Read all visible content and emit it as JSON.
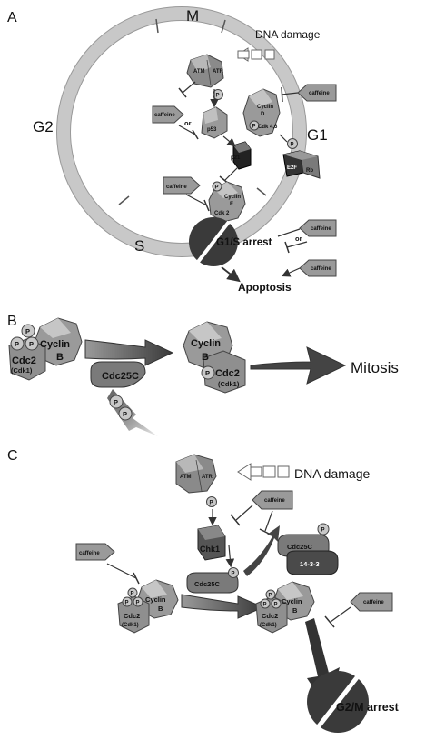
{
  "panels": {
    "a": "A",
    "b": "B",
    "c": "C"
  },
  "panel_a": {
    "phases": {
      "m": "M",
      "g1": "G1",
      "g2": "G2",
      "s": "S"
    },
    "dna_damage": "DNA damage",
    "atm": "ATM",
    "atr": "ATR",
    "p53": "p53",
    "p21": "p21",
    "cyclin_d": [
      "Cyclin",
      "D"
    ],
    "cdk46": "Cdk 4,6",
    "cyclin_e": [
      "Cyclin",
      "E"
    ],
    "cdk2": "Cdk 2",
    "e2f": "E2F",
    "rb": "Rb",
    "caffeine": "caffeine",
    "or": "or",
    "p": "P",
    "g1s_arrest": "G1/S arrest",
    "apoptosis": "Apoptosis"
  },
  "panel_b": {
    "p": "P",
    "cyclin_b": [
      "Cyclin",
      "B"
    ],
    "cdc2": "Cdc2",
    "cdk1": "(Cdk1)",
    "cdc25c": "Cdc25C",
    "mitosis": "Mitosis"
  },
  "panel_c": {
    "atm": "ATM",
    "atr": "ATR",
    "dna_damage": "DNA damage",
    "caffeine": "caffeine",
    "chk1": "Chk1",
    "cdc25c": "Cdc25C",
    "protein_1433": "14-3-3",
    "cyclin_b": [
      "Cyclin",
      "B"
    ],
    "cdc2": "Cdc2",
    "cdk1": "(Cdk1)",
    "p": "P",
    "g2m_arrest": "G2/M arrest"
  }
}
